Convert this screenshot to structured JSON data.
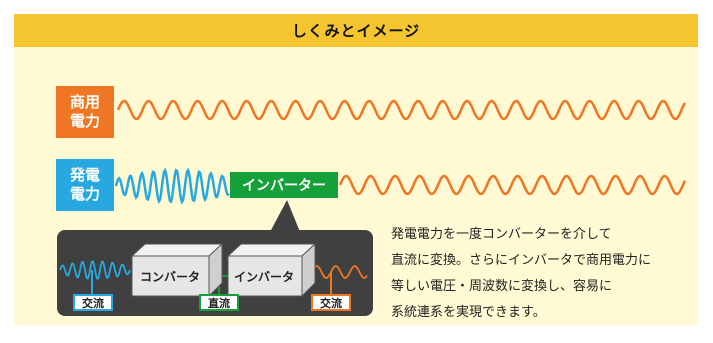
{
  "title": "しくみとイメージ",
  "labels": {
    "commercial_power": "商用電力",
    "generated_power": "発電電力",
    "inverter_tag": "インバーター"
  },
  "device": {
    "converter": "コンバータ",
    "inverter": "インバータ",
    "ac_in": "交流",
    "dc": "直流",
    "ac_out": "交流"
  },
  "description": [
    "発電電力を一度コンバーターを介して",
    "直流に変換。さらにインバータで商用電力に",
    "等しい電圧・周波数に変換し、容易に",
    "系統連系を実現できます。"
  ],
  "colors": {
    "header": "#f5c530",
    "panel": "#fff9d4",
    "commercial": "#ef7723",
    "generated": "#28a8e0",
    "inverter": "#15a03a",
    "device_box": "#404040"
  }
}
